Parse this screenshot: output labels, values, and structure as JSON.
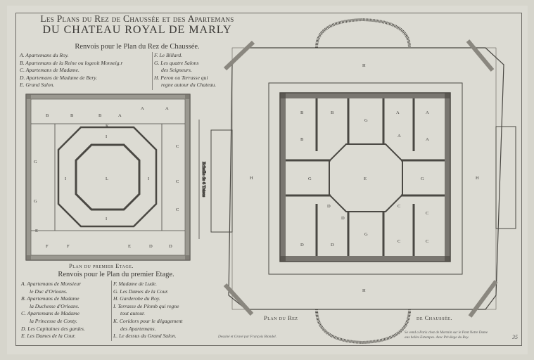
{
  "title": {
    "line1": "Les Plans du Rez de Chaussée et des Apartemans",
    "line2": "DU CHATEAU ROYAL DE MARLY"
  },
  "ground_floor_legend": {
    "heading": "Renvois pour le Plan du Rez de Chaussée.",
    "left": [
      "A. Apartemans du Roy.",
      "B. Apartemans de la Reine ou logeoit Monseig.r",
      "C. Apartemans de Madame.",
      "D. Apartemans de Madame de Bery.",
      "E. Grand Salon."
    ],
    "right": [
      "F. Le Billard.",
      "G. Les quatre Salons",
      "des Seigneurs.",
      "H. Peron ou Terrasse qui",
      "regne autour du Chateau."
    ]
  },
  "first_floor_legend": {
    "plan_title": "Plan du premier Etage.",
    "heading": "Renvois pour le Plan du premier Etage.",
    "left": [
      "A. Apartemans de Monsieur",
      "le Duc d'Orleans.",
      "B. Apartemans de Madame",
      "la Duchesse d'Orleans.",
      "C. Apartemans de Madame",
      "la Princesse de Conty.",
      "D. Les Capitaines des gardes.",
      "E. Les Dames de la Cour."
    ],
    "right": [
      "F. Madame de Lude.",
      "G. Les Dames de la Cour.",
      "H. Garderobe du Roy.",
      "I. Terrasse de Plomb qui regne",
      "tout autour.",
      "K. Coridors pour le dégagement",
      "des Apartemans.",
      "L. Le dessus du Grand Salon."
    ]
  },
  "ground_plan": {
    "title_left": "Plan du Rez",
    "title_right": "de Chaussée.",
    "terrace_labels": [
      "H",
      "H",
      "H",
      "H"
    ],
    "room_labels": [
      "B",
      "B",
      "G",
      "A",
      "A",
      "B",
      "A",
      "A",
      "G",
      "E",
      "G",
      "D",
      "D",
      "C",
      "C",
      "D",
      "D",
      "C",
      "C",
      "G"
    ]
  },
  "first_plan": {
    "center_label": "L",
    "labels": [
      "B",
      "B",
      "B",
      "A",
      "A",
      "A",
      "K",
      "I",
      "I",
      "I",
      "I",
      "C",
      "C",
      "E",
      "F",
      "F",
      "E",
      "D",
      "D",
      "G",
      "G",
      "C"
    ],
    "scale_label": "Echelle de 6 Toises"
  },
  "credits": {
    "engraver": "Dessiné et Gravé par François Blondel.",
    "publisher_1": "Se vend a Paris chez de Mortain sur le Pont Notre Dame",
    "publisher_2": "aux belles Estampes. Avec Privilege du Roy.",
    "plate_number": "35"
  }
}
